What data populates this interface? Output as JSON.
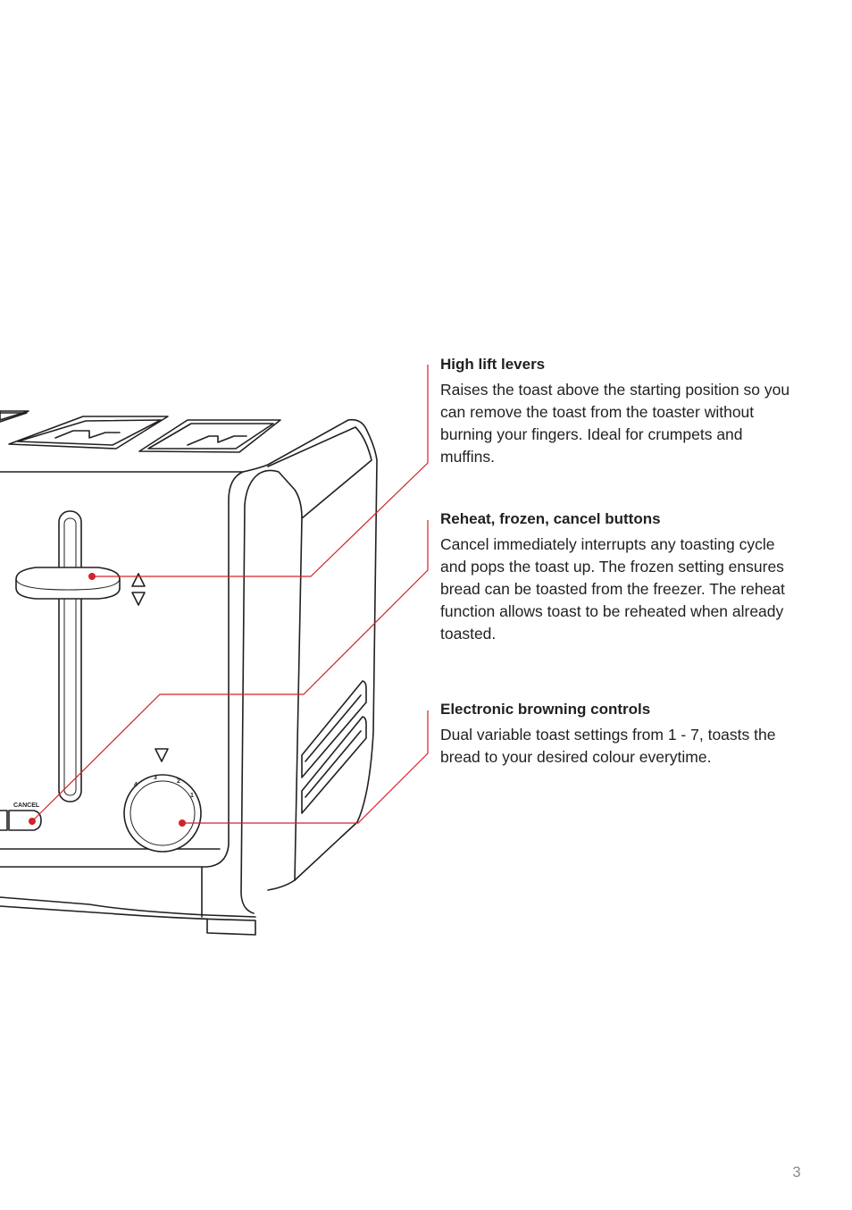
{
  "features": [
    {
      "title": "High lift levers",
      "body": "Raises the toast above the starting position so you can remove the toast from the toaster without burning your fingers. Ideal for crumpets and muffins."
    },
    {
      "title": "Reheat, frozen, cancel buttons",
      "body": "Cancel immediately interrupts any toasting cycle and pops the toast up. The frozen setting ensures bread can be toasted from the freezer. The reheat function allows toast to be reheated when already toasted."
    },
    {
      "title": "Electronic browning controls",
      "body": "Dual variable toast settings from 1 - 7, toasts the bread to your desired colour everytime."
    }
  ],
  "illustration": {
    "cancel_label": "CANCEL",
    "dial_marks": [
      "4",
      "3",
      "2",
      "1"
    ],
    "leader_color": "#d2232a"
  },
  "page_number": "3"
}
